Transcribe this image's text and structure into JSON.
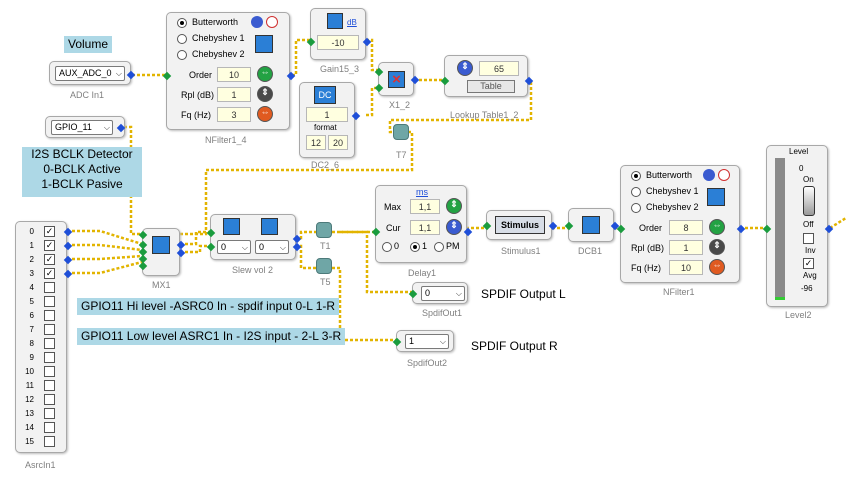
{
  "notes": {
    "volume": "Volume",
    "bclk_line1": "I2S BCLK Detector",
    "bclk_line2": "0-BCLK Active",
    "bclk_line3": "1-BCLK Pasive",
    "gpio_hi": "GPIO11 Hi level -ASRC0 In - spdif input 0-L 1-R",
    "gpio_lo": "GPIO11 Low level ASRC1 In - I2S input - 2-L 3-R"
  },
  "labels": {
    "spdif_l": "SPDIF Output L",
    "spdif_r": "SPDIF Output R"
  },
  "adc_in1": {
    "select": "AUX_ADC_0",
    "caption": "ADC In1"
  },
  "gpio": {
    "select": "GPIO_11"
  },
  "nfilter1_4": {
    "caption": "NFilter1_4",
    "types": [
      "Butterworth",
      "Chebyshev 1",
      "Chebyshev 2"
    ],
    "order_label": "Order",
    "order": "10",
    "rpl_label": "Rpl (dB)",
    "rpl": "1",
    "fq_label": "Fq (Hz)",
    "fq": "3"
  },
  "gain15_3": {
    "caption": "Gain15_3",
    "unit": "dB",
    "value": "-10"
  },
  "dc2_6": {
    "caption": "DC2_6",
    "icon": "DC",
    "value": "1",
    "format_label": "format",
    "fmt_a": "12",
    "fmt_b": "20"
  },
  "x1_2": {
    "caption": "X1_2"
  },
  "lookup": {
    "caption": "Lookup Table1_2",
    "value": "65",
    "button": "Table"
  },
  "t7": {
    "caption": "T7"
  },
  "mx1": {
    "caption": "MX1"
  },
  "slew": {
    "caption": "Slew vol 2",
    "sel_a": "0",
    "sel_b": "0"
  },
  "t1": {
    "caption": "T1"
  },
  "t5": {
    "caption": "T5"
  },
  "delay1": {
    "caption": "Delay1",
    "unit": "ms",
    "max_label": "Max",
    "max": "1,1",
    "cur_label": "Cur",
    "cur": "1,1",
    "opts": [
      "0",
      "1",
      "PM"
    ]
  },
  "stimulus1": {
    "caption": "Stimulus1",
    "button": "Stimulus"
  },
  "dcb1": {
    "caption": "DCB1"
  },
  "nfilter1": {
    "caption": "NFilter1",
    "types": [
      "Butterworth",
      "Chebyshev 1",
      "Chebyshev 2"
    ],
    "order_label": "Order",
    "order": "8",
    "rpl_label": "Rpl (dB)",
    "rpl": "1",
    "fq_label": "Fq (Hz)",
    "fq": "10"
  },
  "level2": {
    "caption": "Level2",
    "title": "Level",
    "zero": "0",
    "on": "On",
    "off": "Off",
    "inv": "Inv",
    "avg": "Avg",
    "min": "-96"
  },
  "spdifout1": {
    "caption": "SpdifOut1",
    "select": "0"
  },
  "spdifout2": {
    "caption": "SpdifOut2",
    "select": "1"
  },
  "asrcin1": {
    "caption": "AsrcIn1",
    "channels": [
      "0",
      "1",
      "2",
      "3",
      "4",
      "5",
      "6",
      "7",
      "8",
      "9",
      "10",
      "11",
      "12",
      "13",
      "14",
      "15"
    ],
    "checked": [
      true,
      true,
      true,
      true,
      false,
      false,
      false,
      false,
      false,
      false,
      false,
      false,
      false,
      false,
      false,
      false
    ]
  },
  "colors": {
    "wire": "#e0b000",
    "pin_in": "#1a9c3e",
    "pin_out": "#1f4fd8"
  }
}
